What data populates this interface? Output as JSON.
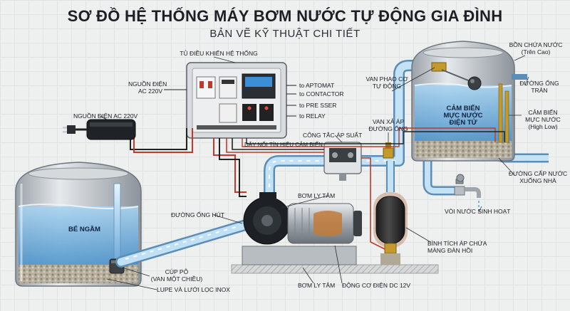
{
  "title": "SƠ ĐỒ HỆ THỐNG MÁY BƠM NƯỚC TỰ ĐỘNG GIA ĐÌNH",
  "subtitle": "BẢN VẼ KỸ THUẬT CHI TIẾT",
  "labels": {
    "control_box": "TỦ ĐIỀU KHIỂN HỆ THỐNG",
    "power_box": "NGUỒN ĐIỆN\nAC 220V",
    "to_aptomat": "to APTOMAT",
    "to_contactor": "to CONTACTOR",
    "to_pressser": "to PRE SSER",
    "to_relay": "to RELAY",
    "power_adapter": "NGUỒN ĐIỆN AC 220V",
    "float_valve": "VAN PHAO CƠ\nTỰ ĐỘNG",
    "tank_top": "BỒN CHỨA NƯỚC\n(Trên Cao)",
    "overflow": "ĐƯỜNG ỐNG\nTRÀN",
    "level_sensor_box": "CẢM BIẾN\nMỰC NƯỚC\nĐIỆN TỬ",
    "level_sensor_side": "CẢM BIẾN\nMỰC NƯỚC\n(High Low)",
    "air_valve": "VAN XẢ ÁP\nĐƯỜNG ỐNG",
    "pressure_switch": "CÔNG TẮC ÁP SUẤT",
    "signal_wire": "DÂY NỐI TÍN HIỆU CẢM BIẾN",
    "supply_line": "ĐƯỜNG CẤP NƯỚC\nXUỐNG NHÀ",
    "pump_top": "BƠM LY TÂM",
    "suction_pipe": "ĐƯỜNG ỐNG HÚT",
    "faucet": "VÒI NƯỚC SINH HOẠT",
    "underground_tank": "BỂ NGẦM",
    "check_valve": "CÚP PÔ\n(VAN MỘT CHIỀU)",
    "filter": "LUPE VÀ LƯỚI LỌC INOX",
    "pump_bottom": "BƠM LY TÂM",
    "motor": "ĐỘNG CƠ ĐIỆN DC 12V",
    "pressure_tank": "BÌNH TÍCH ÁP CHỨA\nMÀNG ĐÀN HỒI"
  },
  "colors": {
    "water": "#8fc3e8",
    "pipe": "#c9e2f3",
    "wire_red": "#c0392b",
    "wire_black": "#222222",
    "tank_metal": "#c8ccd0",
    "pressure_tank": "#b0603a"
  }
}
